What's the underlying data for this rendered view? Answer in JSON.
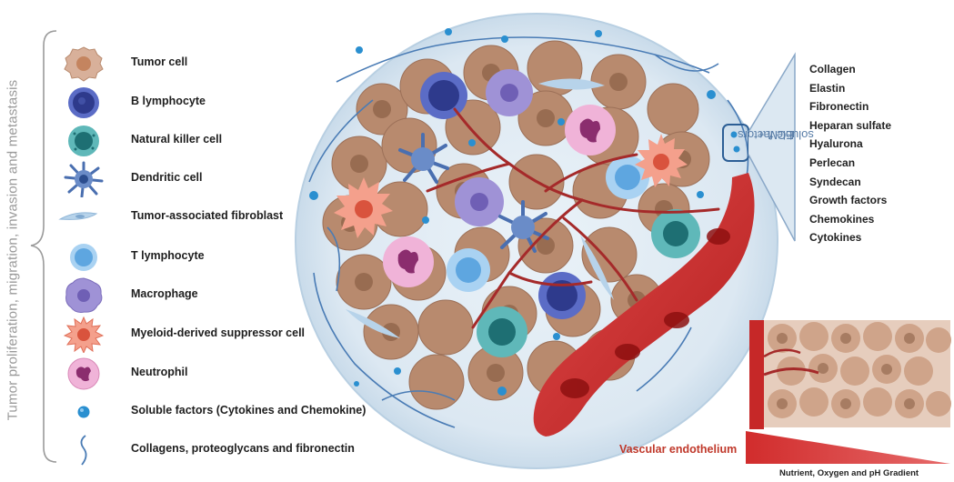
{
  "side_title": "Tumor proliferation, migration, invasion and metastasis",
  "legend": [
    {
      "label": "Tumor cell",
      "icon": "tumor-cell-icon"
    },
    {
      "label": "B lymphocyte",
      "icon": "b-lymphocyte-icon"
    },
    {
      "label": "Natural killer cell",
      "icon": "natural-killer-cell-icon"
    },
    {
      "label": "Dendritic cell",
      "icon": "dendritic-cell-icon"
    },
    {
      "label": "Tumor-associated fibroblast",
      "icon": "fibroblast-icon"
    },
    {
      "label": "T lymphocyte",
      "icon": "t-lymphocyte-icon"
    },
    {
      "label": "Macrophage",
      "icon": "macrophage-icon"
    },
    {
      "label": "Myeloid-derived suppressor cell",
      "icon": "mdsc-icon"
    },
    {
      "label": "Neutrophil",
      "icon": "neutrophil-icon"
    },
    {
      "label": "Soluble factors (Cytokines and Chemokine)",
      "icon": "soluble-factor-icon"
    },
    {
      "label": "Collagens, proteoglycans and fibronectin",
      "icon": "collagen-fiber-icon"
    }
  ],
  "ecm": {
    "label_line1": "ECM +",
    "label_line2": "soluble factors",
    "items": [
      "Collagen",
      "Elastin",
      "Fibronectin",
      "Heparan sulfate",
      "Hyalurona",
      "Perlecan",
      "Syndecan",
      "Growth factors",
      "Chemokines",
      "Cytokines"
    ]
  },
  "vascular_label": "Vascular endothelium",
  "gradient_label": "Nutrient, Oxygen and pH Gradient",
  "colors": {
    "tumor": "#b88a6e",
    "tumor_dark": "#8e6248",
    "b_cell": "#3d4ea8",
    "nk_cell": "#1e8c8f",
    "dendritic": "#4a6fb0",
    "t_cell": "#7fb8e6",
    "macrophage": "#8c7cc9",
    "mdsc": "#e8735e",
    "neutrophil": "#e79bc7",
    "soluble": "#2a8fd0",
    "vessel": "#c62828",
    "ecm_blue": "#4a7cb5",
    "side_title": "#9a9a9a"
  }
}
